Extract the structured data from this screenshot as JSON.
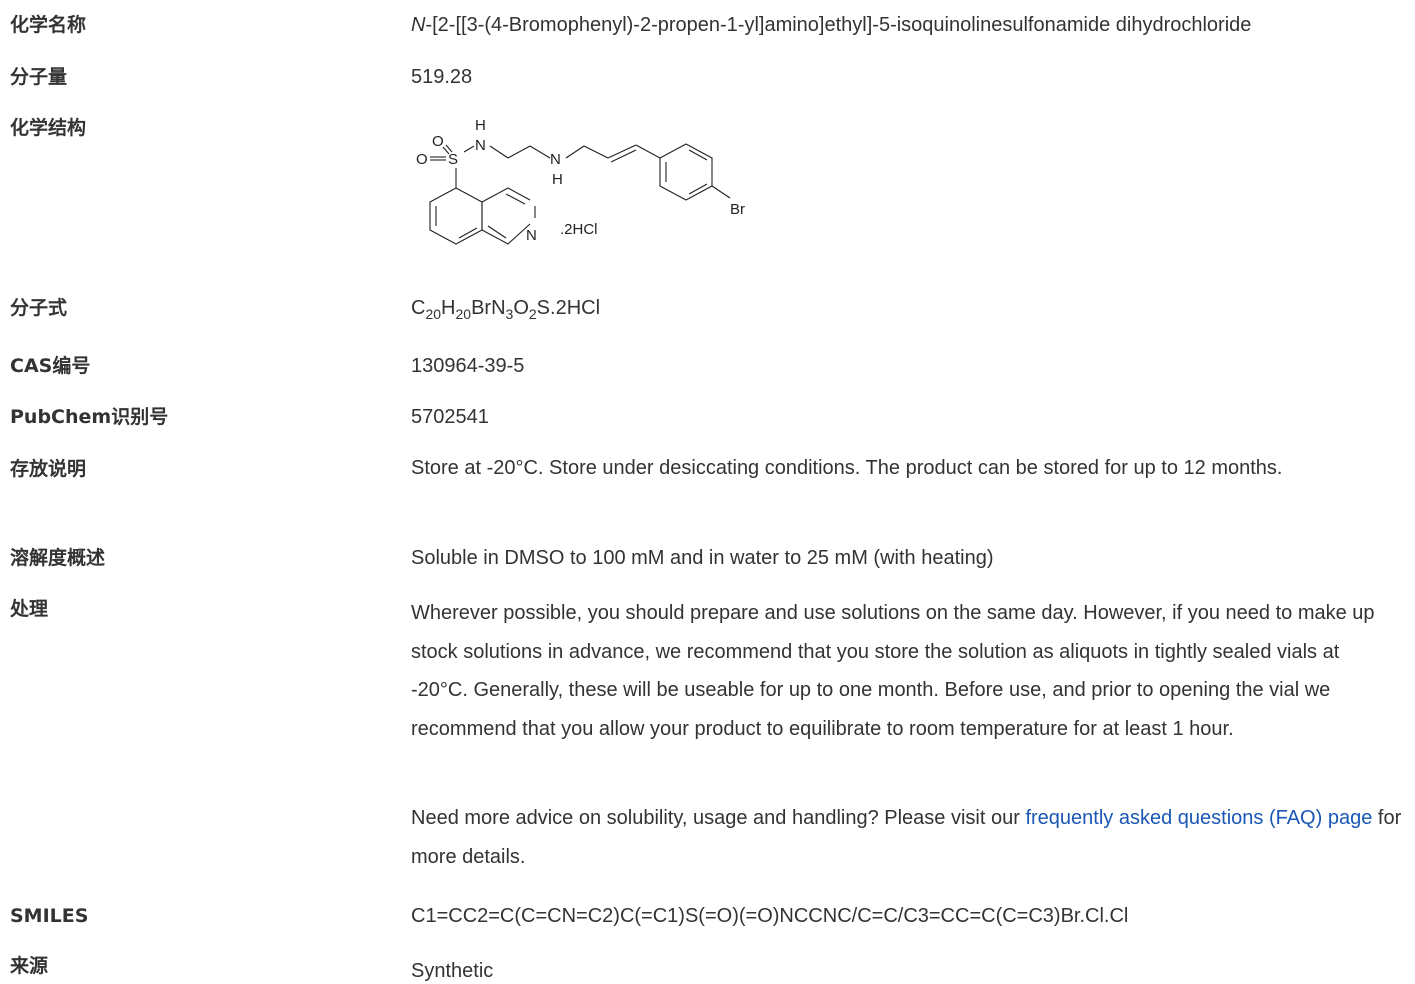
{
  "rows": {
    "chemical_name": {
      "label": "化学名称",
      "prefix": "N",
      "value": "-[2-[[3-(4-Bromophenyl)-2-propen-1-yl]amino]ethyl]-5-isoquinolinesulfonamide dihydrochloride"
    },
    "molecular_weight": {
      "label": "分子量",
      "value": "519.28"
    },
    "structure": {
      "label": "化学结构",
      "atoms": {
        "o1": "O",
        "o2": "O",
        "s": "S",
        "nh1_h": "H",
        "nh1_n": "N",
        "nh2_n": "N",
        "nh2_h": "H",
        "n_ring": "N",
        "br": "Br",
        "salt": ".2HCl"
      }
    },
    "formula": {
      "label": "分子式",
      "parts": [
        "C",
        "20",
        "H",
        "20",
        "BrN",
        "3",
        "O",
        "2",
        "S.2HCl"
      ]
    },
    "cas": {
      "label": "CAS编号",
      "value": "130964-39-5"
    },
    "pubchem": {
      "label": "PubChem识别号",
      "value": "5702541"
    },
    "storage": {
      "label": "存放说明",
      "value": "Store at -20°C. Store under desiccating conditions. The product can be stored for up to 12 months."
    },
    "solubility": {
      "label": "溶解度概述",
      "value": "Soluble in DMSO to 100 mM and in water to 25 mM (with heating)"
    },
    "handling": {
      "label": "处理",
      "paragraph1": "Wherever possible, you should prepare and use solutions on the same day. However, if you need to make up stock solutions in advance, we recommend that you store the solution as aliquots in tightly sealed vials at -20°C. Generally, these will be useable for up to one month. Before use, and prior to opening the vial we recommend that you allow your product to equilibrate to room temperature for at least 1 hour.",
      "paragraph2_before": "Need more advice on solubility, usage and handling? Please visit our ",
      "paragraph2_link": "frequently asked questions (FAQ) page",
      "paragraph2_after": " for more details."
    },
    "smiles": {
      "label": "SMILES",
      "value": "C1=CC2=C(C=CN=C2)C(=C1)S(=O)(=O)NCCNC/C=C/C3=CC=C(C=C3)Br.Cl.Cl"
    },
    "source": {
      "label": "来源",
      "value": "Synthetic"
    }
  },
  "colors": {
    "text": "#333333",
    "link": "#1a57b5",
    "background": "#ffffff"
  }
}
